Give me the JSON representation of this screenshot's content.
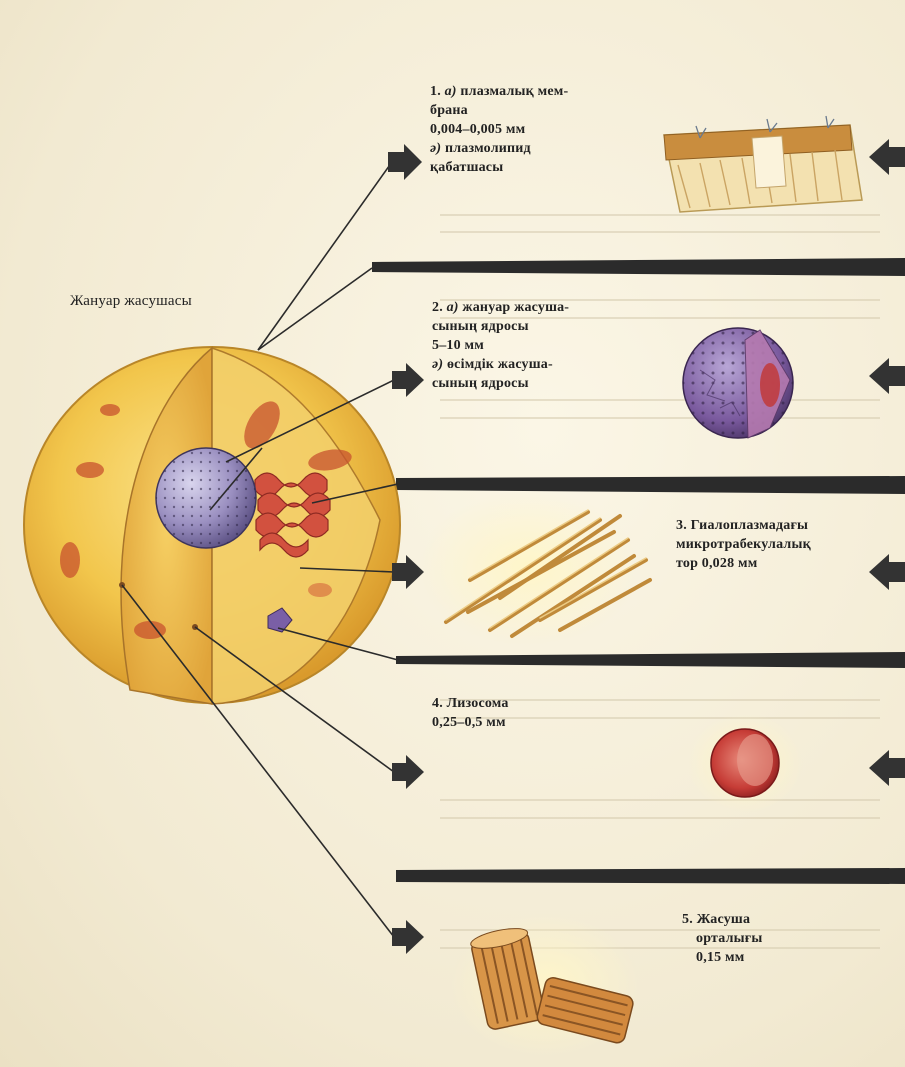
{
  "title": "Жануар жасушасы",
  "labels": {
    "membrane": {
      "num": "1.",
      "a_marker": "а)",
      "a_text_1": "плазмалық мем-",
      "a_text_2": "брана",
      "size": "0,004–0,005 мм",
      "b_marker": "ә)",
      "b_text_1": "плазмолипид",
      "b_text_2": "қабатшасы"
    },
    "nucleus": {
      "num": "2.",
      "a_marker": "а)",
      "a_text_1": "жануар жасуша-",
      "a_text_2": "сының ядросы",
      "size": "5–10 мм",
      "b_marker": "ә)",
      "b_text_1": "өсімдік жасуша-",
      "b_text_2": "сының ядросы"
    },
    "network": {
      "line1": "3. Гиалоплазмадағы",
      "line2": "микротрабекулалық",
      "line3": "тор 0,028 мм"
    },
    "lysosome": {
      "line1": "4. Лизосома",
      "line2": "0,25–0,5 мм"
    },
    "centrosome": {
      "line1": "5. Жасуша",
      "line2": "орталығы",
      "line3": "0,15 мм"
    }
  },
  "colors": {
    "cell_surface": "#f0c24a",
    "cell_cut": "#e5a83a",
    "nucleus": "#9a8fc0",
    "organelles": "#c8532e",
    "bars": "#2b2b2b"
  }
}
